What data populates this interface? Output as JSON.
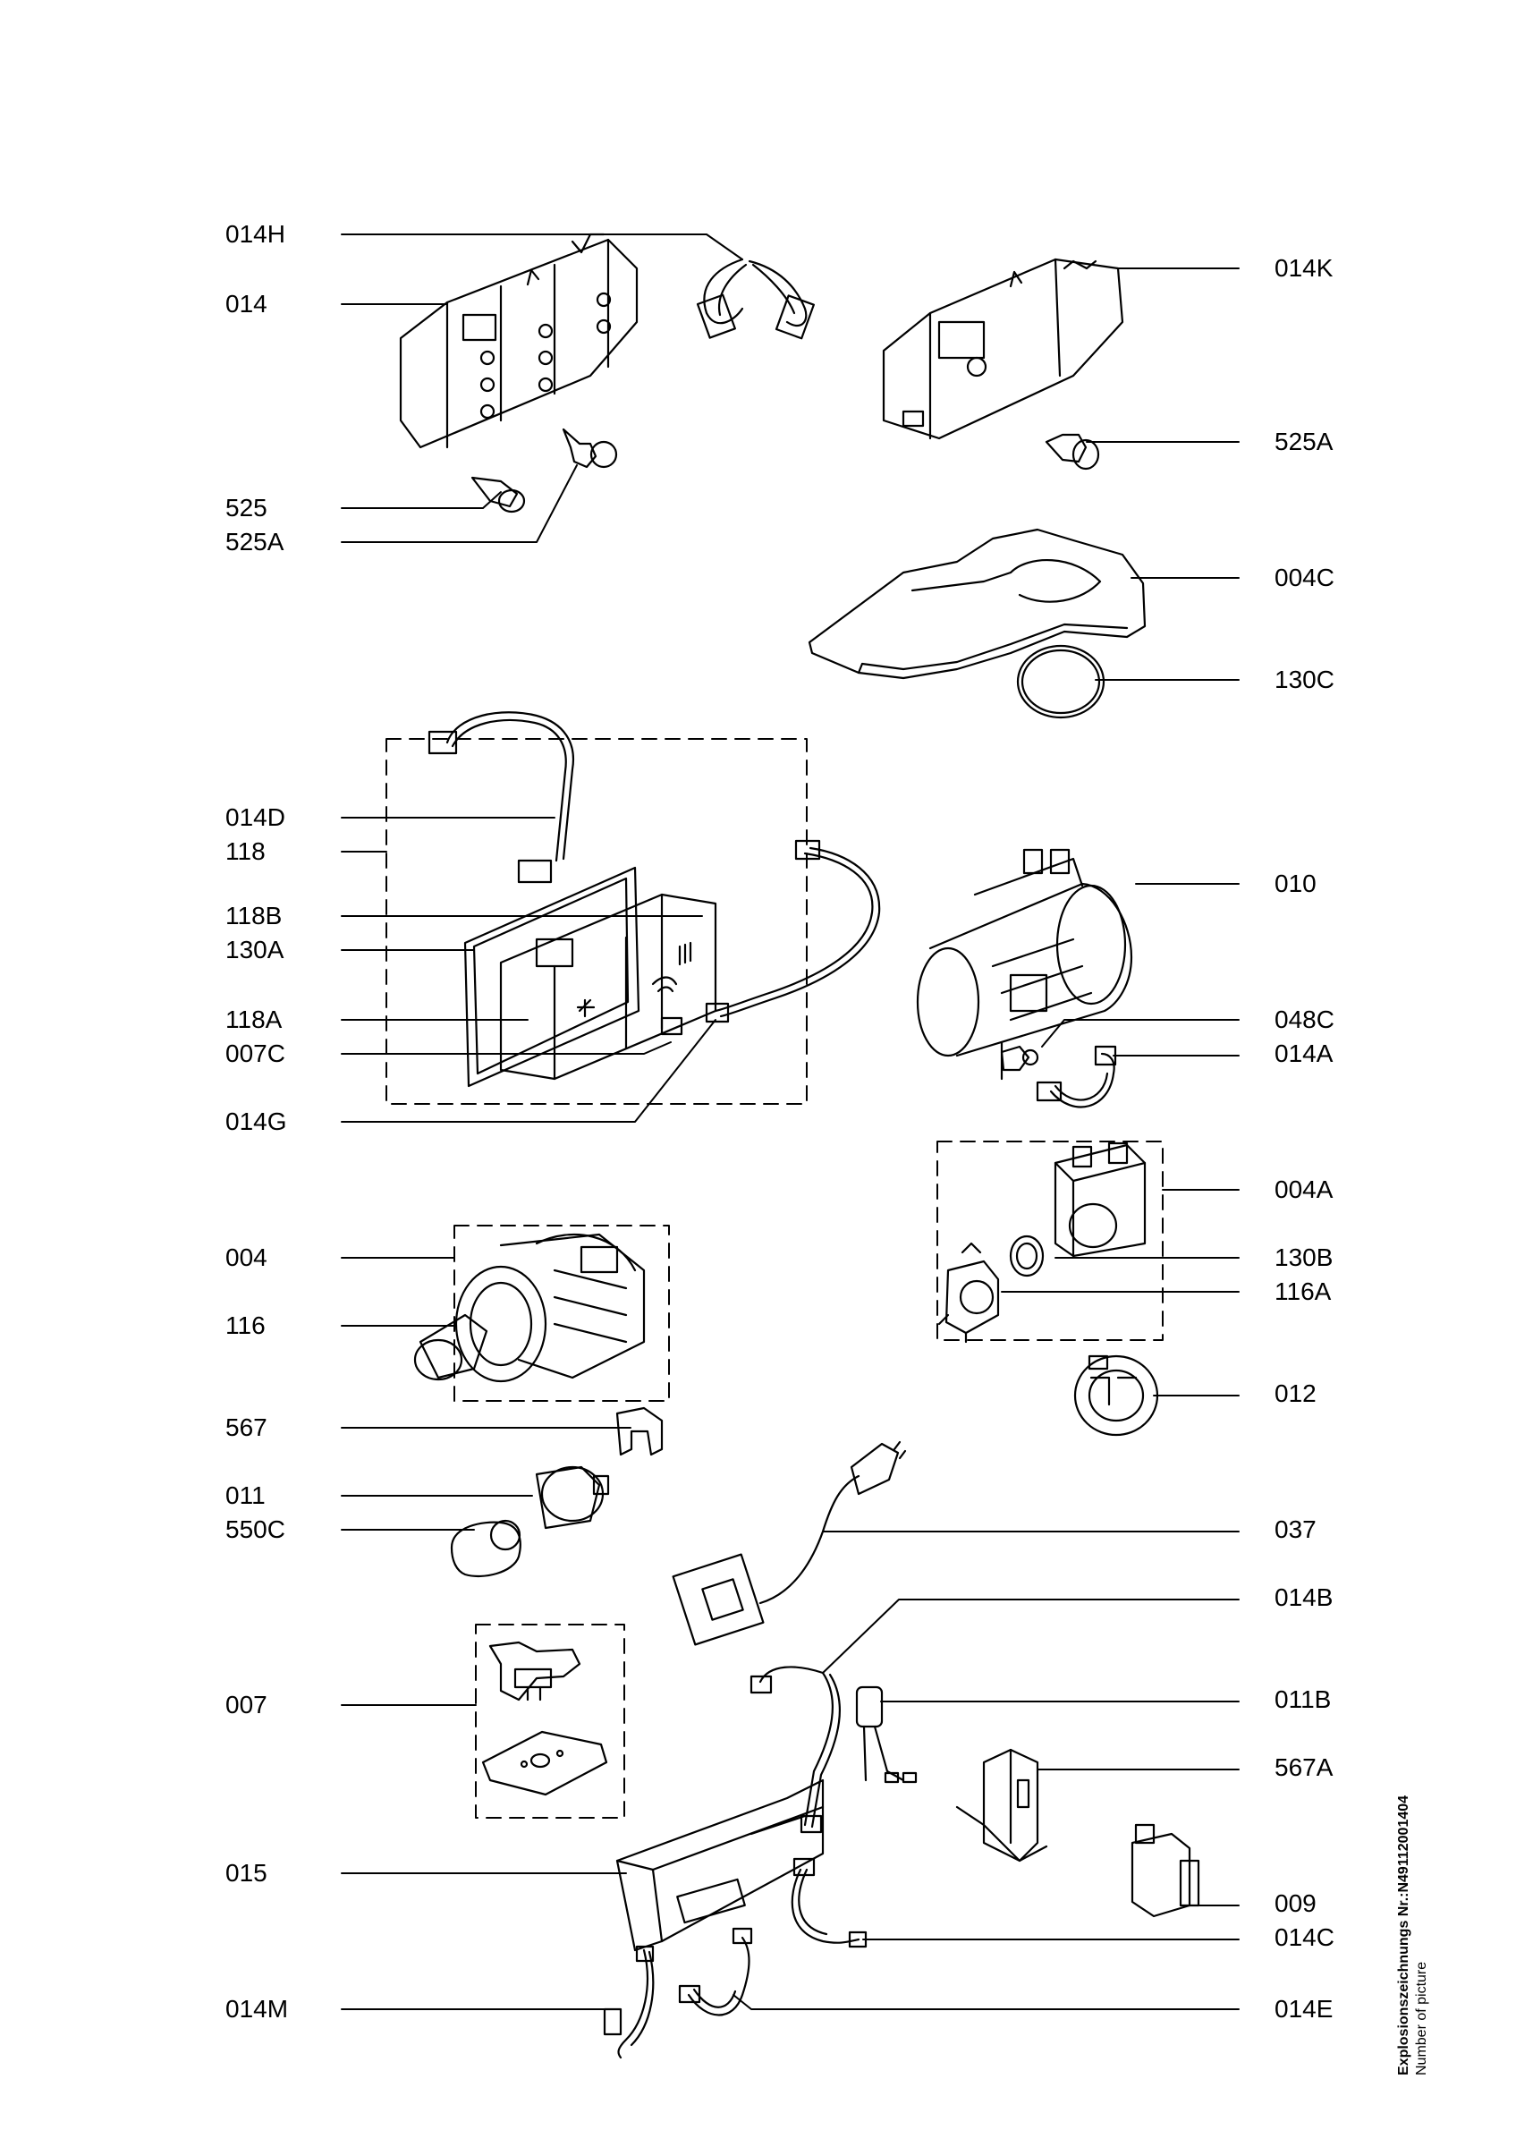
{
  "labels_left": [
    "014H",
    "014",
    "525",
    "525A",
    "014D",
    "118",
    "118B",
    "130A",
    "118A",
    "007C",
    "014G",
    "004",
    "116",
    "567",
    "011",
    "550C",
    "007",
    "015",
    "014M"
  ],
  "labels_right": [
    "014K",
    "525A",
    "004C",
    "130C",
    "010",
    "048C",
    "014A",
    "004A",
    "130B",
    "116A",
    "012",
    "037",
    "014B",
    "011B",
    "567A",
    "009",
    "014C",
    "014E"
  ],
  "picture_number": {
    "prefix": "Explosionszeichnungs Nr.:N4911",
    "number": "2001404",
    "caption": "Number of picture"
  }
}
